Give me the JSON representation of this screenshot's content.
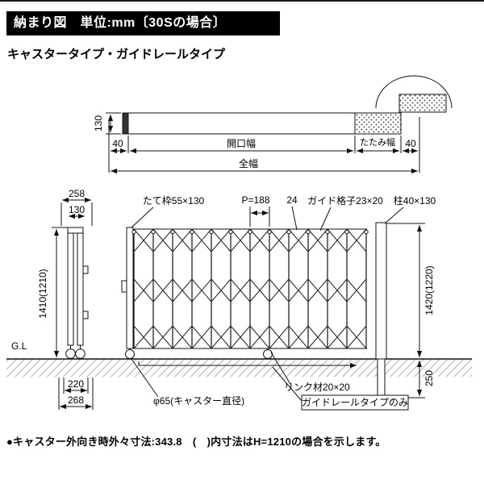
{
  "header": {
    "title": "納まり図　単位:mm〔30Sの場合〕"
  },
  "subtitle": "キャスタータイプ・ガイドレールタイプ",
  "colors": {
    "header_bg": "#000000",
    "line": "#111111",
    "hatch": "#9a9a9a"
  },
  "plan": {
    "dim_depth": "130",
    "opening": "開口幅",
    "fold": "たたみ幅",
    "dim_left": "40",
    "dim_right": "40",
    "total": "全幅"
  },
  "front": {
    "dim_258": "258",
    "dim_130": "130",
    "label_frame": "たて枠55×130",
    "label_pitch": "P=188",
    "dim_24": "24",
    "label_lattice": "ガイド格子23×20",
    "label_post": "柱40×130",
    "height_left": "1410(1210)",
    "height_right": "1420(1220)",
    "ground": "G.L",
    "dim_220": "220",
    "dim_268": "268",
    "dim_250": "250",
    "label_caster": "φ65(キャスター直径)",
    "label_link": "リンク材20×20",
    "label_guiderail": "ガイドレールタイプのみ"
  },
  "footnote": "●キャスター外向き時外々寸法:343.8　(　)内寸法はH=1210の場合を示します。"
}
